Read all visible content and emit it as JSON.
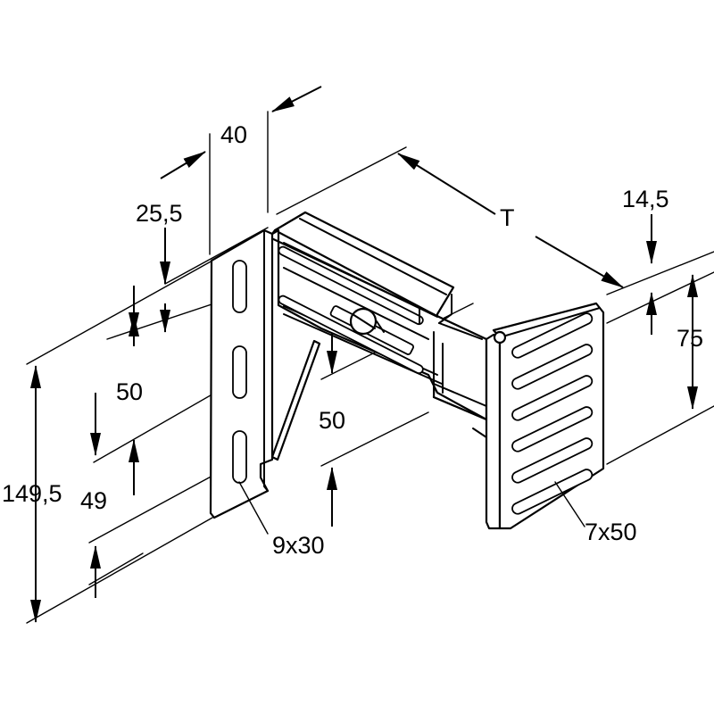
{
  "drawing": {
    "dimensions": {
      "top_width": "40",
      "side_offset": "25,5",
      "span": "T",
      "right_offset": "14,5",
      "right_height": "75",
      "slot_pitch_left": "50",
      "slot_pitch_middle": "50",
      "overall_height": "149,5",
      "lower_height": "49"
    },
    "callouts": {
      "left_slot": "9x30",
      "right_slot": "7x50"
    },
    "colors": {
      "line": "#000000",
      "background": "#ffffff"
    }
  }
}
